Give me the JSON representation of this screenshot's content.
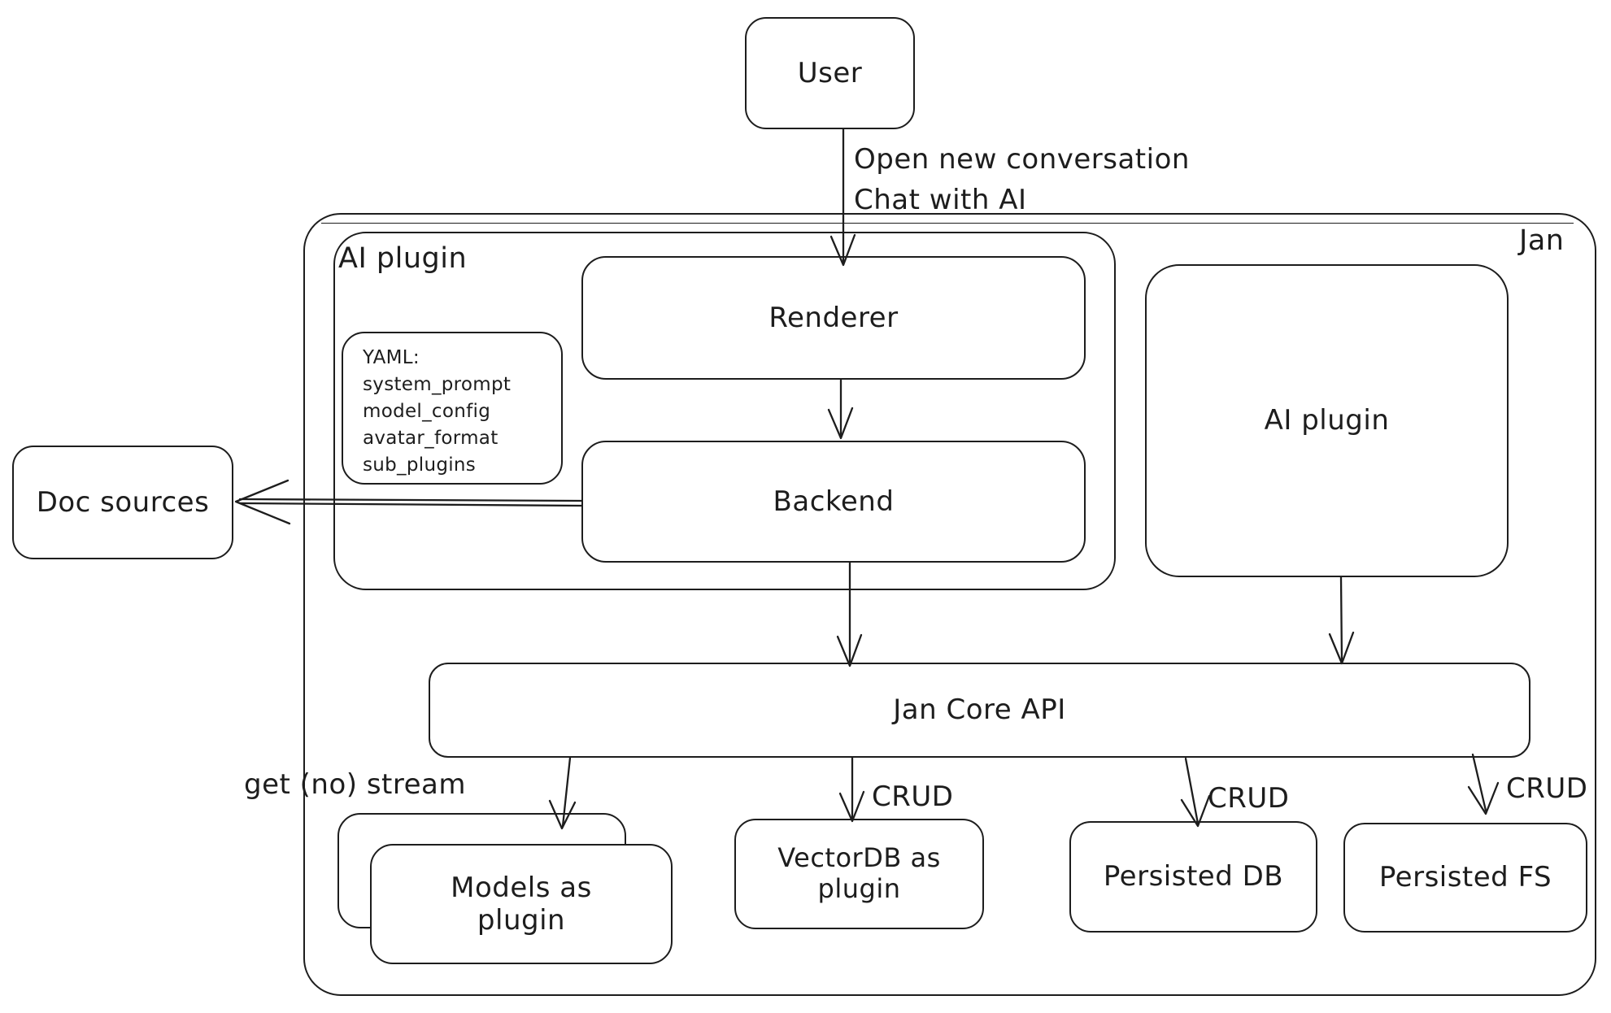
{
  "diagram": {
    "nodes": {
      "user": {
        "label": "User"
      },
      "jan_container": {
        "label": "Jan"
      },
      "ai_plugin_container": {
        "label": "AI plugin"
      },
      "renderer": {
        "label": "Renderer"
      },
      "backend": {
        "label": "Backend"
      },
      "yaml_note": {
        "lines": [
          "YAML:",
          "system_prompt",
          "model_config",
          "avatar_format",
          "sub_plugins"
        ]
      },
      "doc_sources": {
        "label": "Doc sources"
      },
      "ai_plugin_right": {
        "label": "AI plugin"
      },
      "jan_core_api": {
        "label": "Jan Core API"
      },
      "models_plugin": {
        "label": "Models as plugin"
      },
      "vectordb_plugin": {
        "label": "VectorDB as plugin"
      },
      "persisted_db": {
        "label": "Persisted DB"
      },
      "persisted_fs": {
        "label": "Persisted FS"
      }
    },
    "edge_labels": {
      "user_to_jan_line1": "Open new conversation",
      "user_to_jan_line2": "Chat with AI",
      "api_to_models": "get (no) stream",
      "api_to_vectordb": "CRUD",
      "api_to_persisted_db": "CRUD",
      "api_to_persisted_fs": "CRUD"
    },
    "colors": {
      "stroke": "#1d1d1d",
      "background": "#ffffff"
    }
  }
}
